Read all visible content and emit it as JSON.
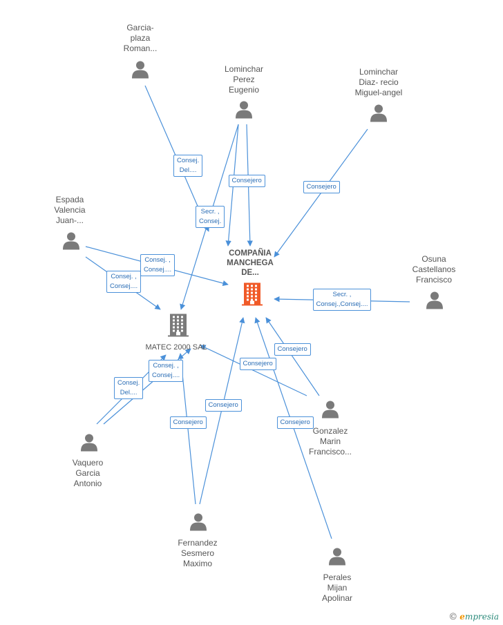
{
  "companies": {
    "main": {
      "lines": [
        "COMPAÑIA",
        "MANCHEGA",
        "DE..."
      ],
      "color": "#f05a28"
    },
    "matec": {
      "lines": [
        "MATEC 2000 SAL"
      ],
      "color": "#7a7a7a"
    }
  },
  "people": {
    "garcia": {
      "lines": [
        "Garcia-",
        "plaza",
        "Roman..."
      ]
    },
    "lominchar_perez": {
      "lines": [
        "Lominchar",
        "Perez",
        "Eugenio"
      ]
    },
    "lominchar_diaz": {
      "lines": [
        "Lominchar",
        "Diaz- recio",
        "Miguel-angel"
      ]
    },
    "espada": {
      "lines": [
        "Espada",
        "Valencia",
        "Juan-..."
      ]
    },
    "osuna": {
      "lines": [
        "Osuna",
        "Castellanos",
        "Francisco"
      ]
    },
    "gonzalez": {
      "lines": [
        "Gonzalez",
        "Marin",
        "Francisco..."
      ]
    },
    "vaquero": {
      "lines": [
        "Vaquero",
        "Garcia",
        "Antonio"
      ]
    },
    "fernandez": {
      "lines": [
        "Fernandez",
        "Sesmero",
        "Maximo"
      ]
    },
    "perales": {
      "lines": [
        "Perales",
        "Mijan",
        "Apolinar"
      ]
    }
  },
  "edge_labels": {
    "garcia_main": [
      "Consej.",
      "Del...."
    ],
    "perez_main": [
      "Consejero"
    ],
    "perez_matec": [
      "Secr. ,",
      "Consej."
    ],
    "diaz_main": [
      "Consejero"
    ],
    "espada_main": [
      "Consej. ,",
      "Consej...."
    ],
    "espada_matec": [
      "Consej. ,",
      "Consej...."
    ],
    "osuna_main": [
      "Secr. ,",
      "Consej.,Consej...."
    ],
    "gonzalez_main": [
      "Consejero"
    ],
    "gonzalez_matec": [
      "Consejero"
    ],
    "vaquero_matec_a": [
      "Consej. ,",
      "Consej...."
    ],
    "vaquero_matec_b": [
      "Consej.",
      "Del...."
    ],
    "fernandez_main": [
      "Consejero"
    ],
    "fernandez_matec": [
      "Consejero"
    ],
    "perales_main": [
      "Consejero"
    ]
  },
  "brand": {
    "copyright": "©",
    "e": "e",
    "rest": "mpresia"
  },
  "colors": {
    "edge": "#4a90d9",
    "person_icon": "#7a7a7a",
    "main_company": "#f05a28",
    "matec_company": "#7a7a7a"
  }
}
